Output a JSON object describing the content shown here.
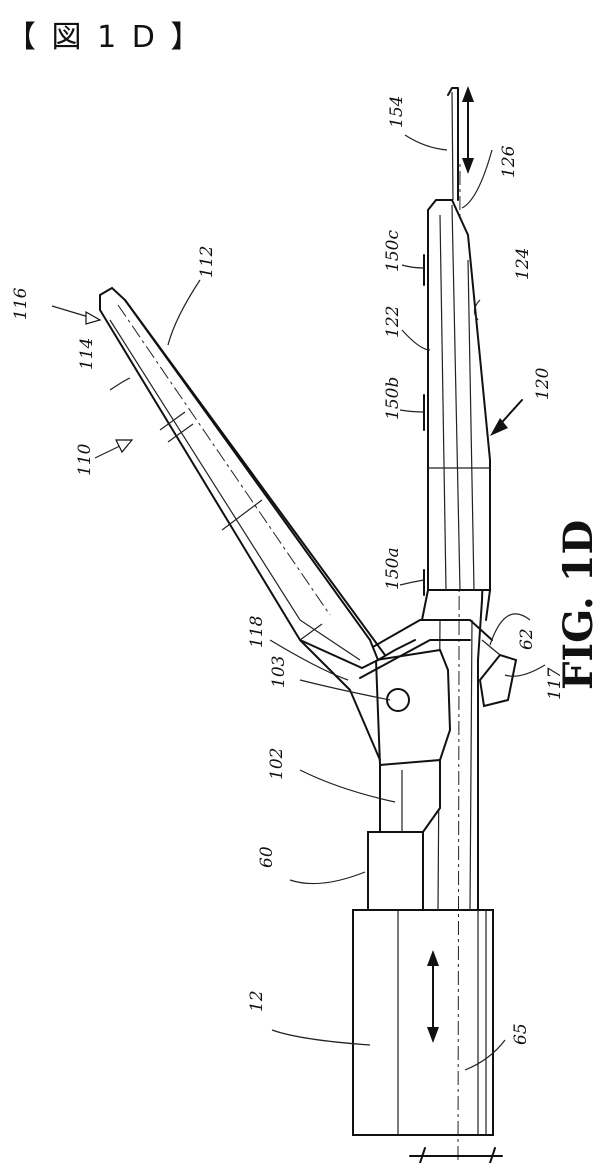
{
  "header": {
    "text": "【 図 1 D 】"
  },
  "figure": {
    "title": "FIG. 1D"
  },
  "labels": {
    "l12": "12",
    "l60": "60",
    "l62": "62",
    "l65": "65",
    "l102": "102",
    "l103": "103",
    "l110": "110",
    "l112": "112",
    "l114": "114",
    "l116": "116",
    "l117": "117",
    "l118": "118",
    "l120": "120",
    "l122": "122",
    "l124": "124",
    "l126": "126",
    "l150a": "150a",
    "l150b": "150b",
    "l150c": "150c",
    "l154": "154"
  }
}
